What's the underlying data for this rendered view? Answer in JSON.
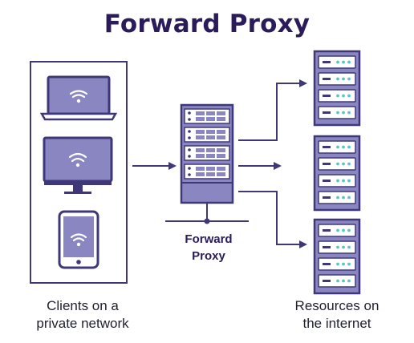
{
  "title": "Forward Proxy",
  "proxy_label": [
    "Forward",
    "Proxy"
  ],
  "clients_caption": [
    "Clients on a",
    "private network"
  ],
  "resources_caption": [
    "Resources on",
    "the internet"
  ],
  "colors": {
    "title": "#2b1b5a",
    "device_fill": "#8a86c2",
    "device_stroke": "#3f3878",
    "server_body": "#8a86c2",
    "server_unit": "#ffffff",
    "led": "#5cc3c8",
    "arrow": "#3f3878"
  },
  "icons": [
    "laptop-wifi-icon",
    "monitor-wifi-icon",
    "tablet-wifi-icon",
    "proxy-server-icon",
    "server-rack-icon"
  ]
}
